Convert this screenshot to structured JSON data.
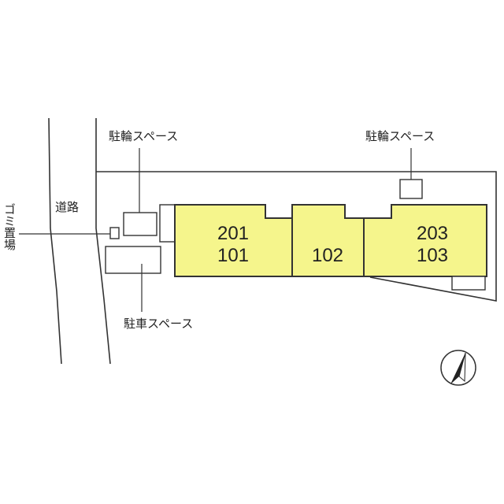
{
  "labels": {
    "road": "道路",
    "garbage": "ゴミ置場",
    "bike_left": "駐輪スペース",
    "bike_right": "駐輪スペース",
    "parking": "駐車スペース"
  },
  "units": {
    "left_top": "201",
    "left_bottom": "101",
    "middle": "102",
    "right_top": "203",
    "right_bottom": "103"
  },
  "colors": {
    "building_fill": "#f5f58c",
    "line": "#333333"
  },
  "icons": {
    "north": "north-arrow-icon"
  }
}
